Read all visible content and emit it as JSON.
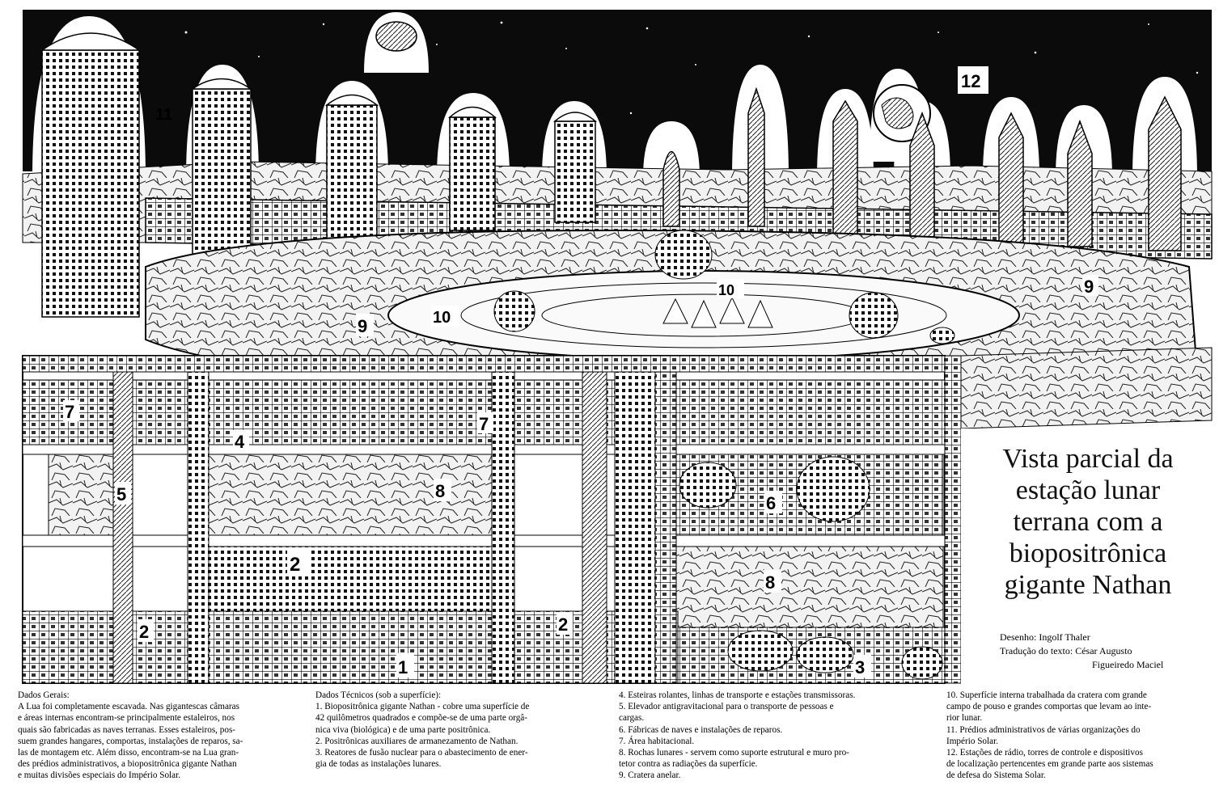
{
  "title": {
    "lines": [
      "Vista parcial da",
      "estação lunar",
      "terrana com a",
      "biopositrônica",
      "gigante Nathan"
    ]
  },
  "credits": {
    "drawing": "Desenho: Ingolf Thaler",
    "translation_1": "Tradução do texto: César Augusto",
    "translation_2": "Figueiredo Maciel"
  },
  "labels": {
    "n1": "1",
    "n2": "2",
    "n3": "3",
    "n4": "4",
    "n5": "5",
    "n6": "6",
    "n7": "7",
    "n8": "8",
    "n9": "9",
    "n10": "10",
    "n11": "11",
    "n12": "12"
  },
  "text_columns": {
    "col1": [
      "Dados Gerais:",
      "A Lua foi completamente escavada. Nas gigantescas câmaras",
      "e áreas internas encontram-se principalmente estaleiros, nos",
      "quais são fabricadas as naves terranas. Esses estaleiros, pos-",
      "suem grandes hangares, comportas, instalações de reparos, sa-",
      "las de montagem etc. Além disso, encontram-se na Lua gran-",
      "des prédios administrativos, a biopositrônica gigante Nathan",
      "e muitas divisões especiais do Império Solar."
    ],
    "col2": [
      "Dados Técnicos (sob a superfície):",
      "1. Biopositrônica gigante Nathan - cobre uma superfície de",
      "42 quilômetros quadrados e compõe-se de uma parte orgâ-",
      "nica viva (biológica) e de uma parte positrônica.",
      "2. Positrônicas auxiliares de armanezamento de Nathan.",
      "3. Reatores de fusão nuclear para o abastecimento de ener-",
      "gia de todas as instalações lunares."
    ],
    "col3": [
      "4. Esteiras rolantes, linhas de transporte e estações transmissoras.",
      "5. Elevador antigravitacional para o transporte de pessoas e",
      "cargas.",
      "6. Fábricas de naves e instalações de reparos.",
      "7. Área habitacional.",
      "8. Rochas lunares - servem como suporte estrutural  e muro pro-",
      "tetor contra as radiações da superfície.",
      "9. Cratera anelar."
    ],
    "col4": [
      "10. Superfície interna trabalhada da cratera com grande",
      "campo de pouso e grandes comportas que levam ao inte-",
      "rior lunar.",
      "11. Prédios administrativos de várias organizações do",
      "Império Solar.",
      "12. Estações de rádio, torres de controle e dispositivos",
      "de localização pertencentes em grande parte aos sistemas",
      "de defesa do Sistema Solar."
    ]
  }
}
